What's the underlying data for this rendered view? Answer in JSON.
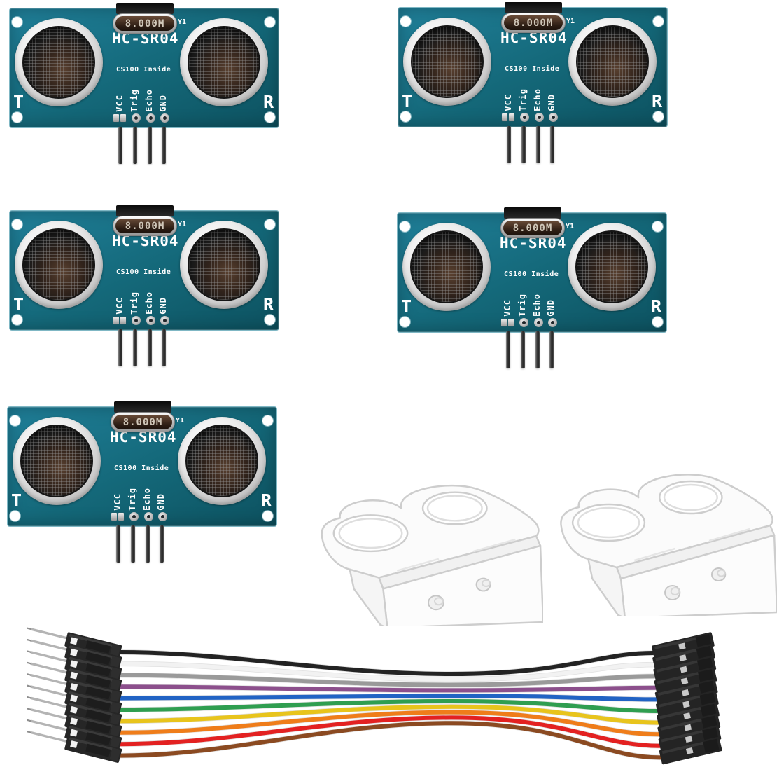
{
  "scene": {
    "background_color": "#ffffff",
    "sensors": {
      "count": 5,
      "model": "HC-SR04",
      "crystal_label": "8.000M",
      "crystal_designator": "Y1",
      "chip_note": "CS100 Inside",
      "transmitter_label": "T",
      "receiver_label": "R",
      "pin_labels": [
        "VCC",
        "Trig",
        "Echo",
        "GND"
      ],
      "pcb_color": "#146879",
      "silkscreen_color": "#ffffff",
      "transducer_ring_color": "#d9d9d9",
      "mesh_color": "#1c1c1c"
    },
    "brackets": {
      "count": 2,
      "outline_color": "#cdcdcd",
      "fill_color": "#fbfbfb"
    },
    "cable": {
      "wire_count": 10,
      "wire_color_names": [
        "black",
        "white",
        "gray",
        "purple",
        "blue",
        "green",
        "yellow",
        "orange",
        "red",
        "brown"
      ],
      "wire_colors": [
        "#232323",
        "#f2f2f2",
        "#9a9a9a",
        "#8c4f8c",
        "#2163c4",
        "#2f9e50",
        "#e8c41c",
        "#ef7d1a",
        "#e32121",
        "#8b4a21"
      ],
      "connector_color": "#262626",
      "pin_color": "#b4b4b4"
    }
  }
}
